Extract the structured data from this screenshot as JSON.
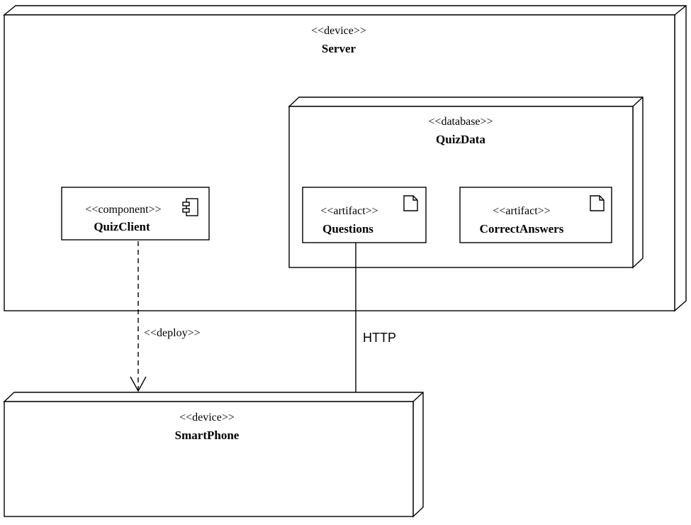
{
  "nodes": {
    "server": {
      "stereotype": "<<device>>",
      "name": "Server"
    },
    "quizdata": {
      "stereotype": "<<database>>",
      "name": "QuizData"
    },
    "quizclient": {
      "stereotype": "<<component>>",
      "name": "QuizClient"
    },
    "questions": {
      "stereotype": "<<artifact>>",
      "name": "Questions"
    },
    "correctanswers": {
      "stereotype": "<<artifact>>",
      "name": "CorrectAnswers"
    },
    "smartphone": {
      "stereotype": "<<device>>",
      "name": "SmartPhone"
    }
  },
  "edges": {
    "deploy": {
      "label": "<<deploy>>"
    },
    "http": {
      "label": "HTTP"
    }
  }
}
